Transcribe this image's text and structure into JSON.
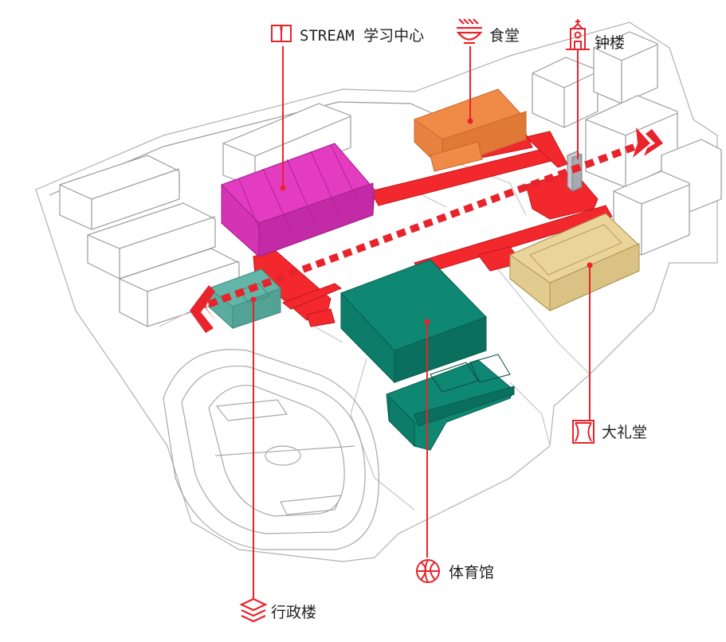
{
  "colors": {
    "accent": "#e8232b",
    "library": "#e33cc0",
    "canteen": "#f08a47",
    "clocktower": "#c7c9cf",
    "auditorium": "#ead49a",
    "gym": "#0f8873",
    "admin": "#63b5a8",
    "outline": "#a8a8a8"
  },
  "labels": {
    "stream": "STREAM",
    "stream_cn": "学习中心",
    "canteen": "食堂",
    "clocktower": "钟楼",
    "auditorium": "大礼堂",
    "gym": "体育馆",
    "admin": "行政楼"
  },
  "icons": {
    "stream": "open-book-icon",
    "canteen": "bowl-icon",
    "clocktower": "church-tower-icon",
    "auditorium": "stage-curtain-icon",
    "gym": "basketball-icon",
    "admin": "layers-icon"
  }
}
